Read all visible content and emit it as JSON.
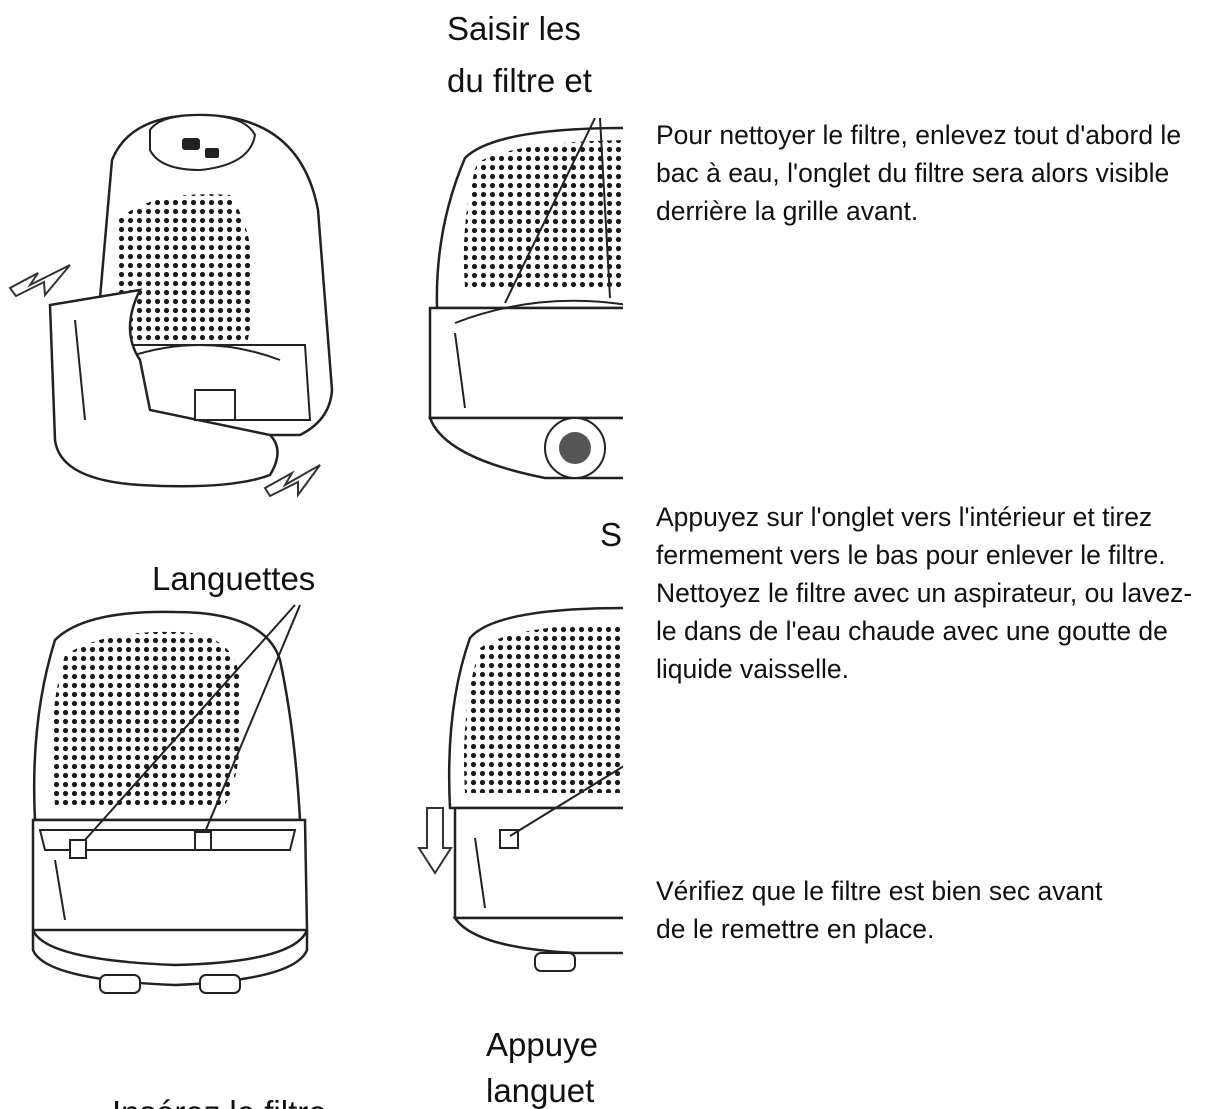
{
  "colors": {
    "ink": "#111111",
    "paper": "#ffffff",
    "line": "#222222"
  },
  "figures": {
    "top_left": {
      "name": "dehumidifier-tank-removal-illustration"
    },
    "top_middle": {
      "name": "filter-tab-closeup-illustration",
      "caption_line1": "Saisir les",
      "caption_line2": "du filtre et"
    },
    "mid_middle_fragment": "S",
    "bottom_left": {
      "name": "dehumidifier-tabs-illustration",
      "label": "Languettes",
      "caption_fragment": "Insérez le filtre"
    },
    "bottom_middle": {
      "name": "filter-push-down-illustration",
      "caption_line1": "Appuye",
      "caption_line2": "languet"
    }
  },
  "instructions": [
    "Pour nettoyer le filtre, enlevez tout d'abord le bac à eau, l'onglet du filtre sera alors visible derrière la grille avant.",
    "Appuyez sur l'onglet vers l'intérieur et tirez fermement vers le bas pour enlever le filtre. Nettoyez le filtre avec un aspirateur, ou lavez-le dans de l'eau chaude avec une goutte de liquide vaisselle.",
    "Vérifiez que le filtre est bien sec avant de le remettre en place."
  ]
}
